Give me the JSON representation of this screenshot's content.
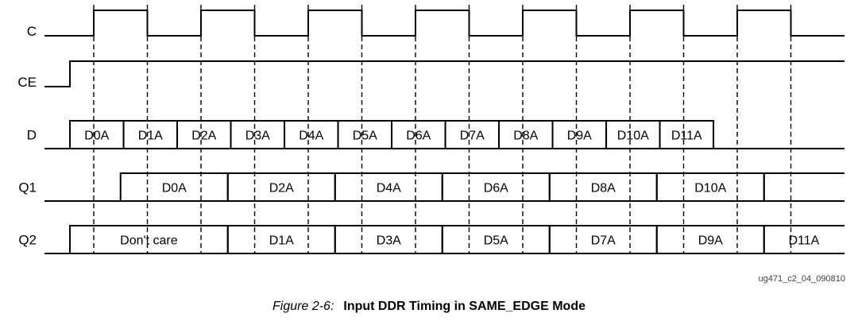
{
  "figure": {
    "watermark": "ug471_c2_04_090810",
    "caption_label": "Figure 2-6:",
    "caption_title": "Input DDR Timing in SAME_EDGE Mode"
  },
  "colors": {
    "line": "#000000",
    "text": "#000000",
    "watermark": "#3f3f3f",
    "background": "#ffffff"
  },
  "chart_data": {
    "type": "timing-diagram",
    "description": "Input DDR timing waveform, SAME_EDGE mode: clock C, clock-enable CE, input data bus D, output registers Q1 and Q2",
    "clock_edges": 14,
    "signals": [
      {
        "name": "C",
        "kind": "clock",
        "num_edges": 14,
        "start_level": "low"
      },
      {
        "name": "CE",
        "kind": "level",
        "rise_t": -0.444
      },
      {
        "name": "D",
        "kind": "bus",
        "segments": [
          {
            "label": "D0A",
            "t0": -0.444,
            "t1": 0.556
          },
          {
            "label": "D1A",
            "t0": 0.556,
            "t1": 1.556
          },
          {
            "label": "D2A",
            "t0": 1.556,
            "t1": 2.556
          },
          {
            "label": "D3A",
            "t0": 2.556,
            "t1": 3.556
          },
          {
            "label": "D4A",
            "t0": 3.556,
            "t1": 4.556
          },
          {
            "label": "D5A",
            "t0": 4.556,
            "t1": 5.556
          },
          {
            "label": "D6A",
            "t0": 5.556,
            "t1": 6.556
          },
          {
            "label": "D7A",
            "t0": 6.556,
            "t1": 7.556
          },
          {
            "label": "D8A",
            "t0": 7.556,
            "t1": 8.556
          },
          {
            "label": "D9A",
            "t0": 8.556,
            "t1": 9.556
          },
          {
            "label": "D10A",
            "t0": 9.556,
            "t1": 10.556
          },
          {
            "label": "D11A",
            "t0": 10.556,
            "t1": 11.556
          }
        ]
      },
      {
        "name": "Q1",
        "kind": "bus",
        "segments": [
          {
            "label": "D0A",
            "t0": 0.5,
            "t1": 2.5
          },
          {
            "label": "D2A",
            "t0": 2.5,
            "t1": 4.5
          },
          {
            "label": "D4A",
            "t0": 4.5,
            "t1": 6.5
          },
          {
            "label": "D6A",
            "t0": 6.5,
            "t1": 8.5
          },
          {
            "label": "D8A",
            "t0": 8.5,
            "t1": 10.5
          },
          {
            "label": "D10A",
            "t0": 10.5,
            "t1": 12.5
          },
          {
            "label": "",
            "t0": 12.5,
            "t1": null
          }
        ]
      },
      {
        "name": "Q2",
        "kind": "bus",
        "segments": [
          {
            "label": "Don't care",
            "t0": -0.444,
            "t1": 2.5
          },
          {
            "label": "D1A",
            "t0": 2.5,
            "t1": 4.5
          },
          {
            "label": "D3A",
            "t0": 4.5,
            "t1": 6.5
          },
          {
            "label": "D5A",
            "t0": 6.5,
            "t1": 8.5
          },
          {
            "label": "D7A",
            "t0": 8.5,
            "t1": 10.5
          },
          {
            "label": "D9A",
            "t0": 10.5,
            "t1": 12.5
          },
          {
            "label": "D11A",
            "t0": 12.5,
            "t1": null
          }
        ]
      }
    ]
  }
}
